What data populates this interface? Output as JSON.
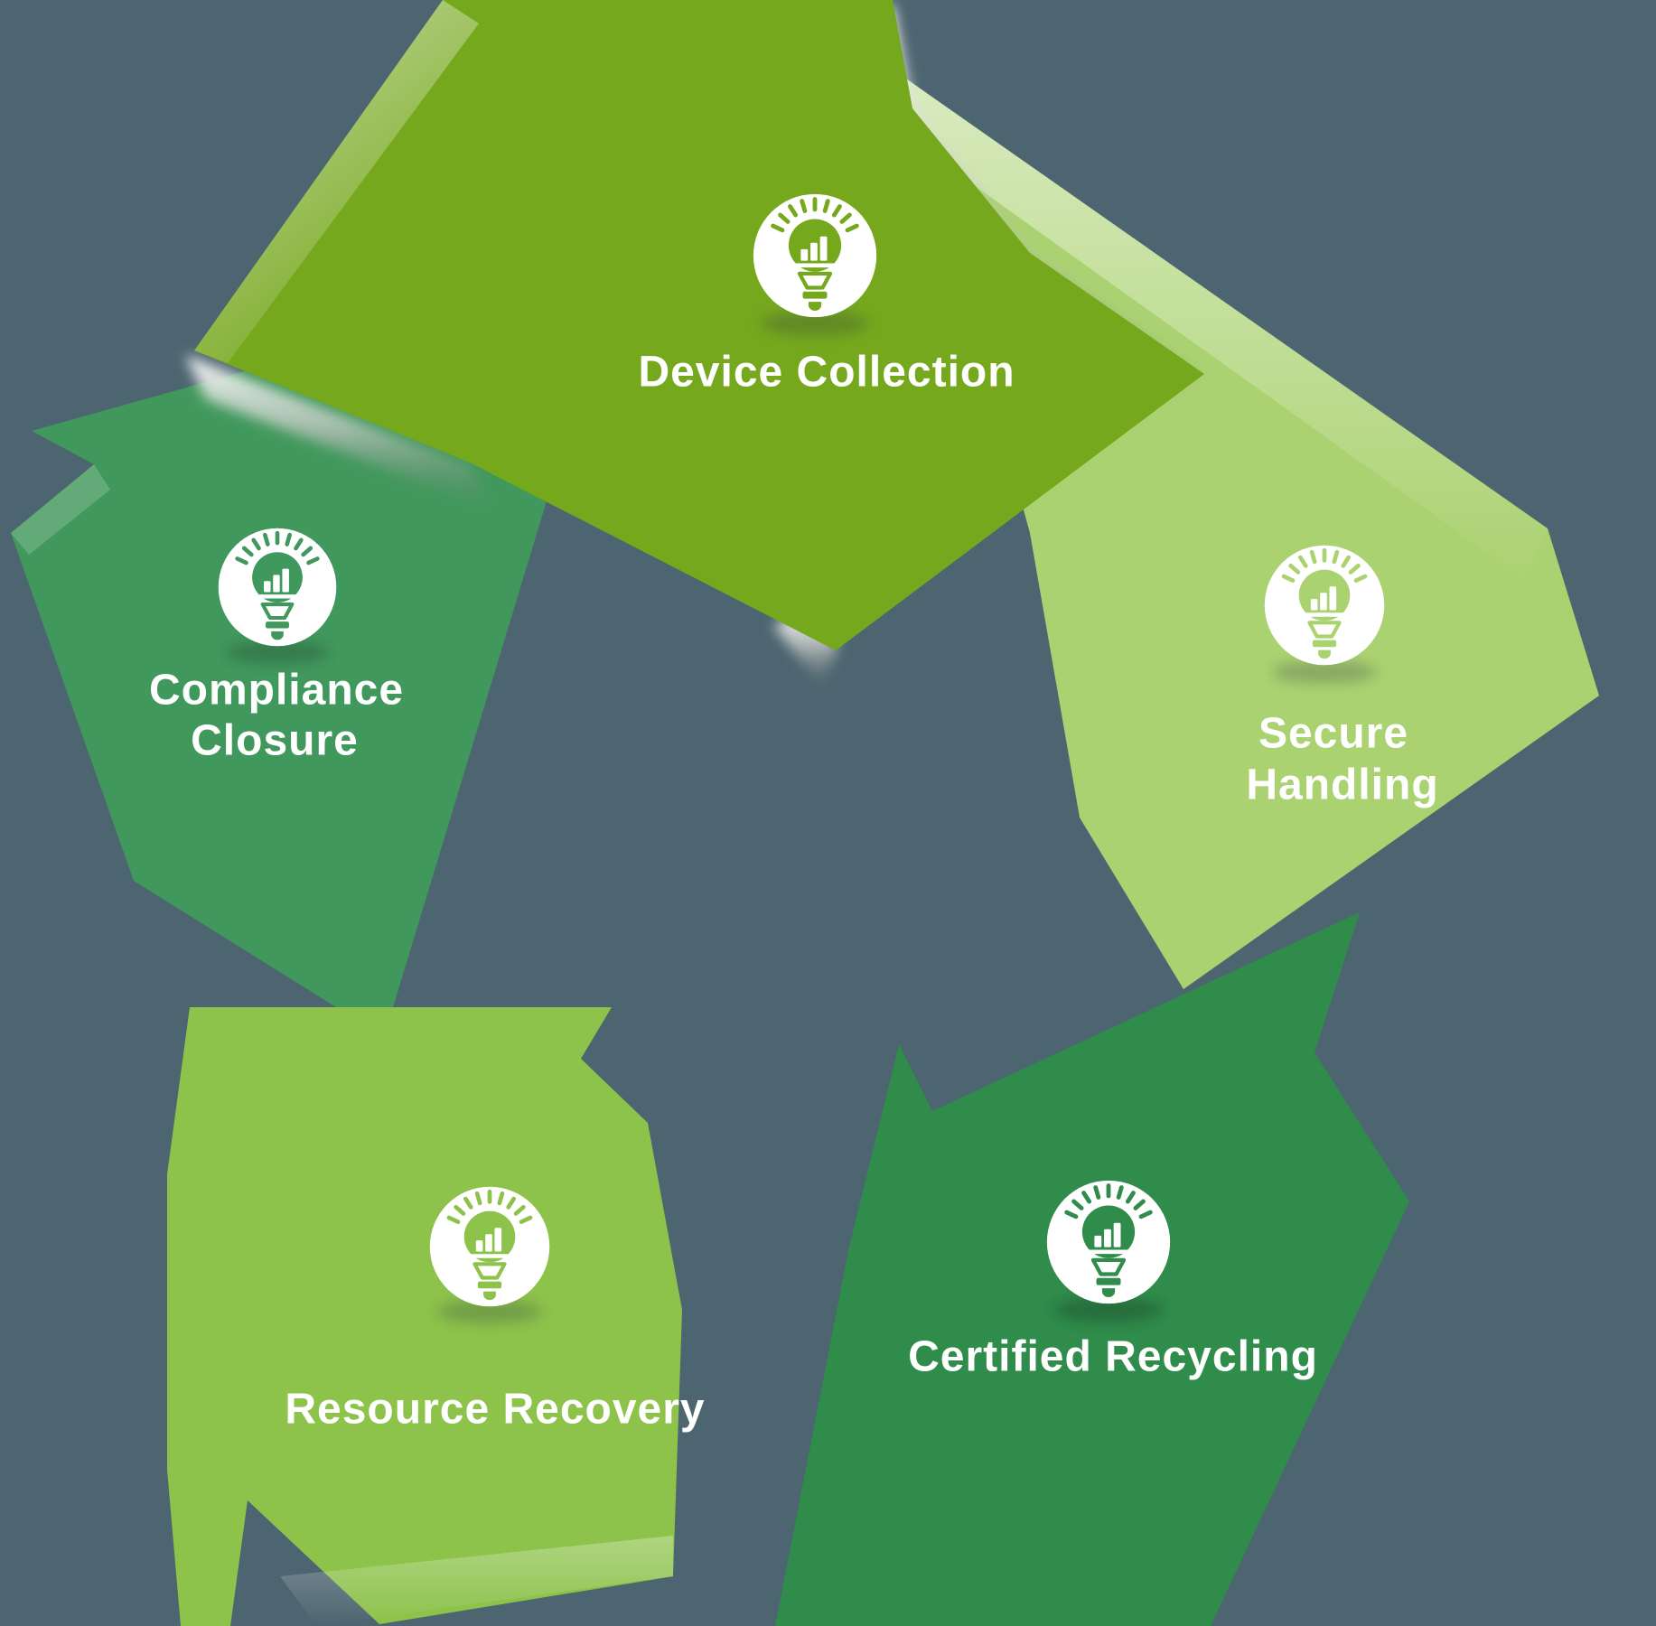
{
  "diagram": {
    "type": "cycle-process-infographic",
    "background_color": "#4D6570",
    "text_color": "#FFFFFF",
    "icon": {
      "name": "lightbulb-chart-icon",
      "circle_color": "#FFFFFF"
    },
    "steps": [
      {
        "id": "device-collection",
        "label": "Device Collection",
        "lines": [
          "Device Collection"
        ],
        "color": "#76A81E"
      },
      {
        "id": "secure-handling",
        "label": "Secure Handling",
        "lines": [
          "Secure",
          "Handling"
        ],
        "color": "#ABD271"
      },
      {
        "id": "certified-recycling",
        "label": "Certified Recycling",
        "lines": [
          "Certified Recycling"
        ],
        "color": "#2F8C4B"
      },
      {
        "id": "resource-recovery",
        "label": "Resource Recovery",
        "lines": [
          "Resource Recovery"
        ],
        "color": "#8DC24B"
      },
      {
        "id": "compliance-closure",
        "label": "Compliance Closure",
        "lines": [
          "Compliance",
          "Closure"
        ],
        "color": "#41985C"
      }
    ]
  }
}
